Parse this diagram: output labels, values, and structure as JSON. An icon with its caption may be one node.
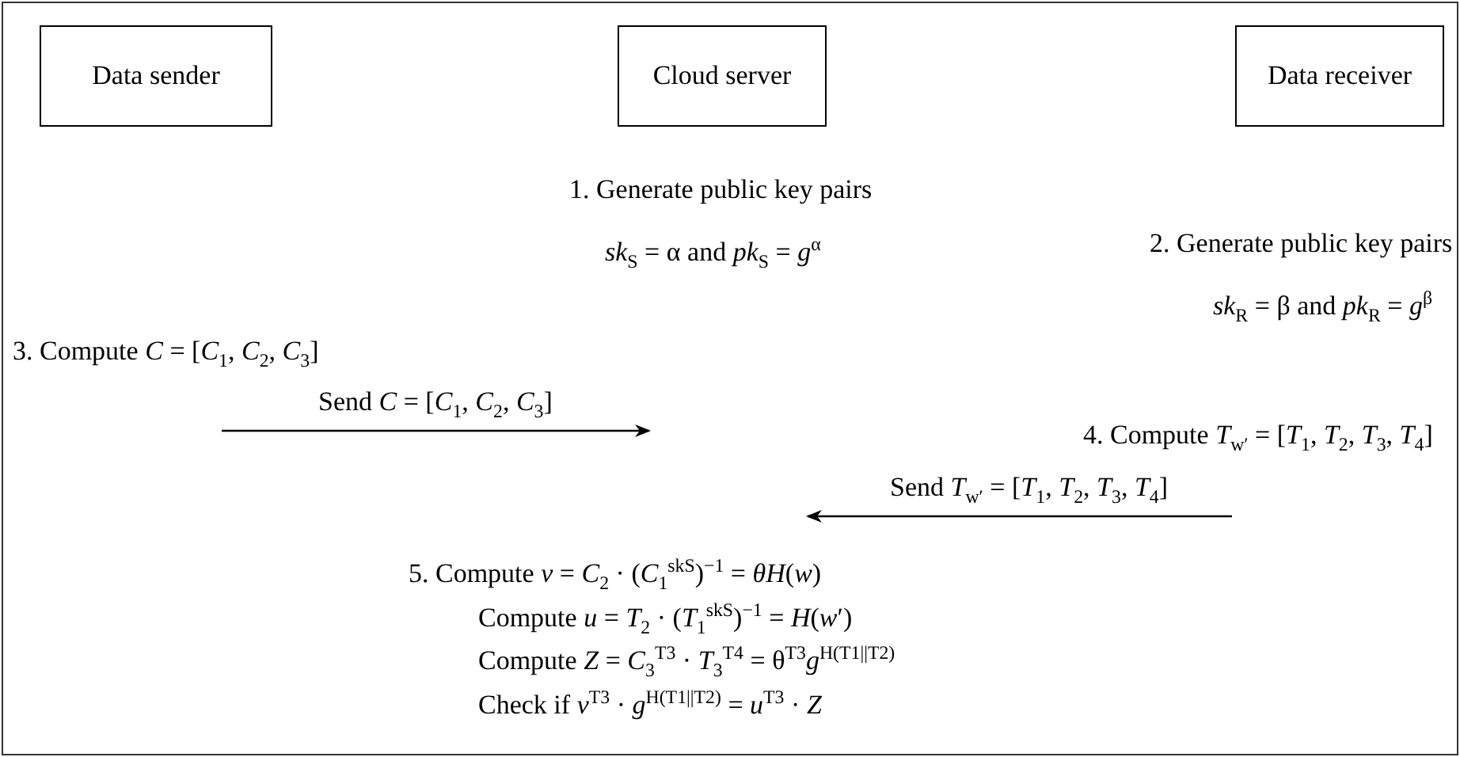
{
  "diagram": {
    "nodes": [
      {
        "text": [
          "Data sender"
        ]
      },
      {
        "text": [
          "Cloud server"
        ]
      },
      {
        "text": [
          "Data receiver"
        ]
      }
    ],
    "labels": [
      "1. Generate public key pairs",
      "*sk*$_{S}$ = α and *pk*$_{S}$ = *g*$^{α}$",
      "2. Generate public key pairs",
      "*sk*$_{R}$ = β and *pk*$_{R}$ = *g*$^{β}$",
      "3. Compute *C* = [*C*$_{1}$, *C*$_{2}$, *C*$_{3}$]",
      "Send *C* = [*C*$_{1}$, *C*$_{2}$, *C*$_{3}$]",
      "4. Compute *T*$_{w′}$ = [*T*$_{1}$, *T*$_{2}$, *T*$_{3}$, *T*$_{4}$]",
      "Send *T*$_{w′}$ = [*T*$_{1}$, *T*$_{2}$, *T*$_{3}$, *T*$_{4}$]",
      "5. Compute *v* = *C*$_{2}$ · (*C*$_{1}$$^{skS}$)$^{−1}$ = *θH*(*w*)",
      "Compute *u* = *T*$_{2}$ · (*T*$_{1}$$^{skS}$)$^{−1}$ = *H*(*w*′)",
      "Compute *Z* = *C*$_{3}$$^{T3}$ · *T*$_{3}$$^{T4}$ = θ$^{T3}$*g*$^{H(T1||T2)}$",
      "Check if *v*$^{T3}$ · *g*$^{H(T1||T2)}$ = *u*$^{T3}$ · *Z*"
    ]
  }
}
